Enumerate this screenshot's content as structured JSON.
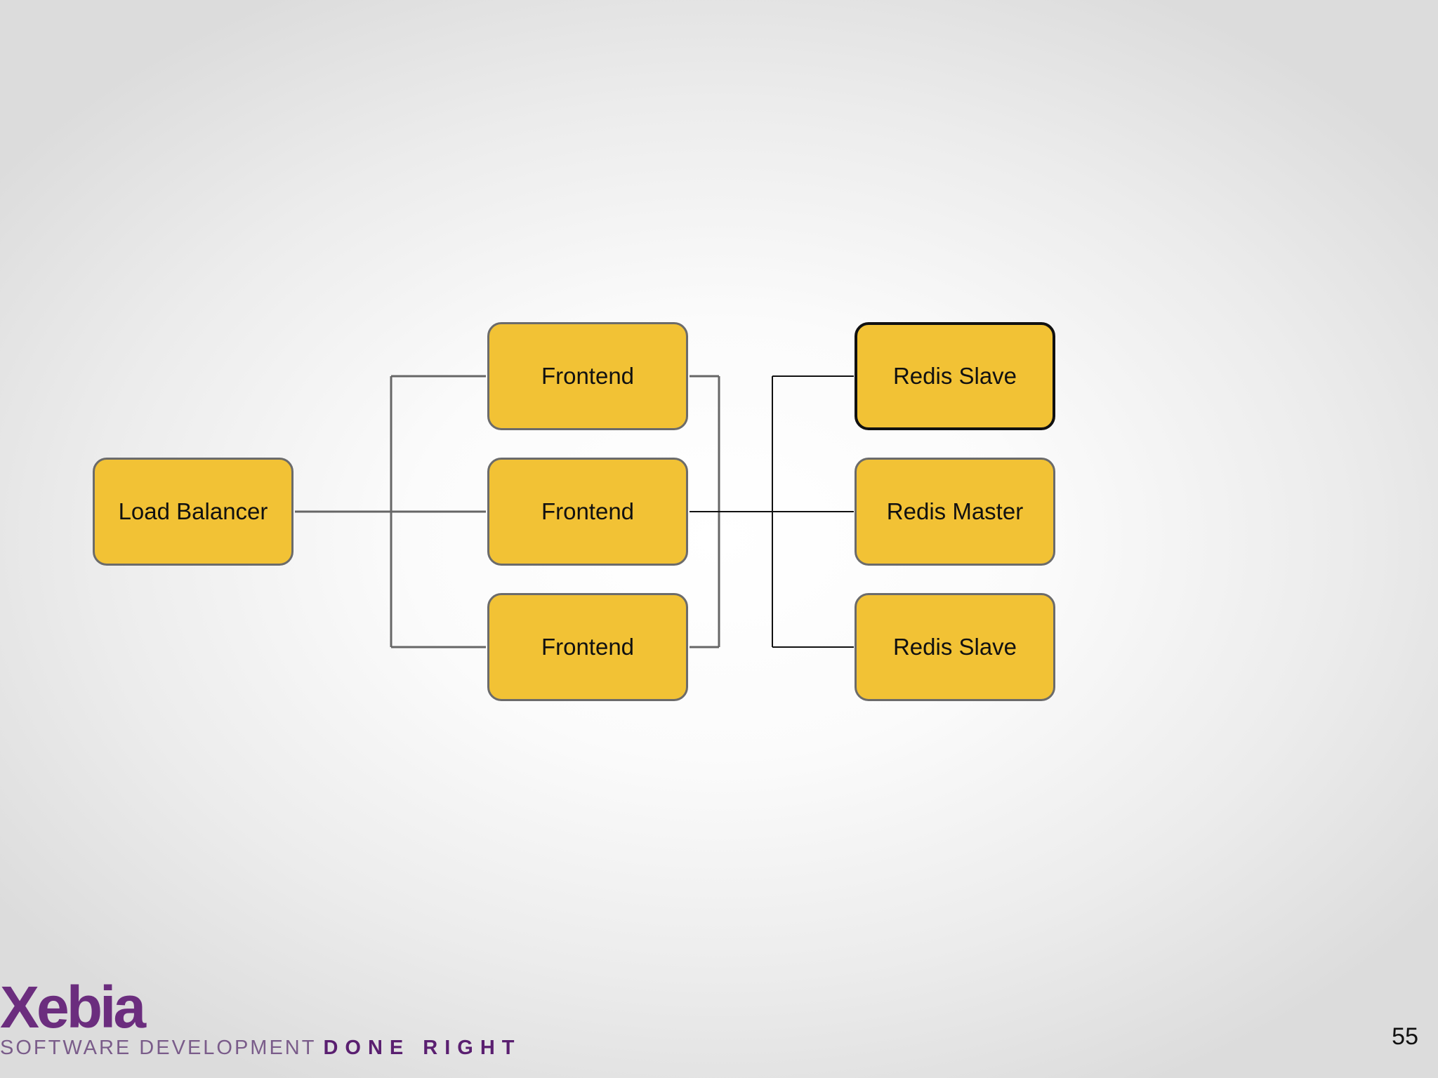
{
  "diagram": {
    "nodes": [
      {
        "id": "lb",
        "label": "Load Balancer",
        "selected": false
      },
      {
        "id": "fe1",
        "label": "Frontend",
        "selected": false
      },
      {
        "id": "fe2",
        "label": "Frontend",
        "selected": false
      },
      {
        "id": "fe3",
        "label": "Frontend",
        "selected": false
      },
      {
        "id": "rs1",
        "label": "Redis Slave",
        "selected": true
      },
      {
        "id": "rm",
        "label": "Redis Master",
        "selected": false
      },
      {
        "id": "rs2",
        "label": "Redis Slave",
        "selected": false
      }
    ],
    "edges": [
      {
        "from": "lb",
        "to": "fe1"
      },
      {
        "from": "lb",
        "to": "fe2"
      },
      {
        "from": "lb",
        "to": "fe3"
      },
      {
        "from": "fe1",
        "to": "rm"
      },
      {
        "from": "fe2",
        "to": "rm"
      },
      {
        "from": "fe3",
        "to": "rm"
      },
      {
        "from": "rm",
        "to": "rs1"
      },
      {
        "from": "rm",
        "to": "rs2"
      }
    ],
    "colors": {
      "node_fill": "#f2c235",
      "node_border": "#6b6b6b",
      "line_gray": "#666666",
      "line_dark": "#111111"
    }
  },
  "branding": {
    "logo_text": "Xebia",
    "tagline_light": "SOFTWARE DEVELOPMENT",
    "tagline_bold": "DONE RIGHT",
    "brand_color": "#5a1f70"
  },
  "page_number": "55"
}
